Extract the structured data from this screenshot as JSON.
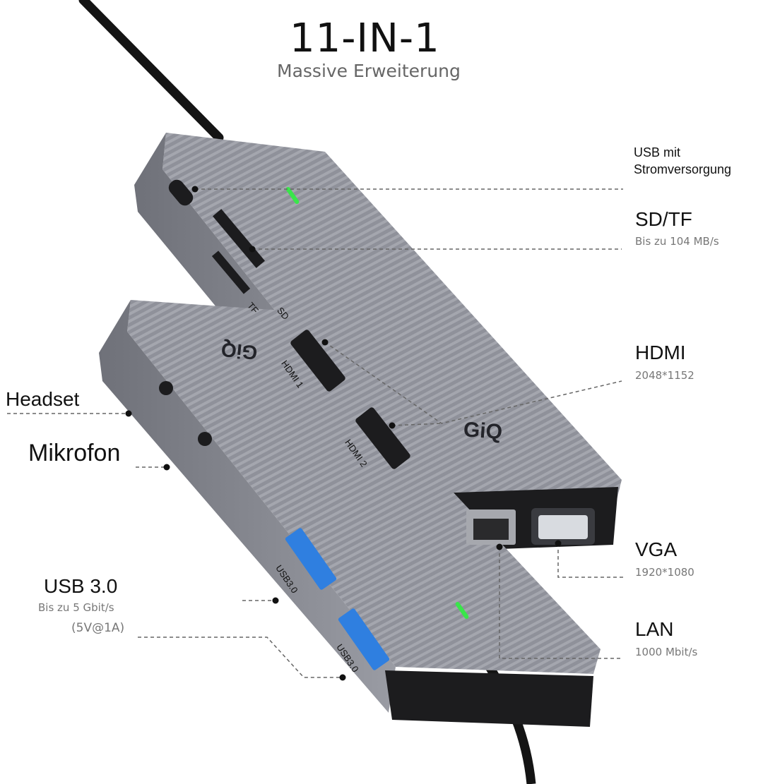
{
  "header": {
    "title": "11-IN-1",
    "subtitle": "Massive Erweiterung"
  },
  "callouts": {
    "usb_power": {
      "line1": "USB mit",
      "line2": "Stromversorgung"
    },
    "sdtf": {
      "title": "SD/TF",
      "detail": "Bis zu 104 MB/s"
    },
    "hdmi": {
      "title": "HDMI",
      "detail": "2048*1152"
    },
    "vga": {
      "title": "VGA",
      "detail": "1920*1080"
    },
    "lan": {
      "title": "LAN",
      "detail": "1000 Mbit/s"
    },
    "headset": {
      "title": "Headset"
    },
    "mikrofon": {
      "title": "Mikrofon"
    },
    "usb3": {
      "title": "USB 3.0",
      "detail": "Bis zu 5 Gbit/s",
      "power": "(5V@1A)"
    }
  },
  "device": {
    "brand": "GiQ",
    "brand_mirrored": "GiQ",
    "ports": {
      "tf": "TF",
      "sd": "SD",
      "hdmi1": "HDMI 1",
      "hdmi2": "HDMI 2",
      "usb_a1": "USB3.0",
      "usb_a2": "USB3.0"
    }
  },
  "colors": {
    "body": "#8f919a",
    "body_dark": "#5e6068",
    "port": "#1c1c1e",
    "led": "#39e64a",
    "usb_blue": "#2f7fe0",
    "cable": "#141414"
  }
}
